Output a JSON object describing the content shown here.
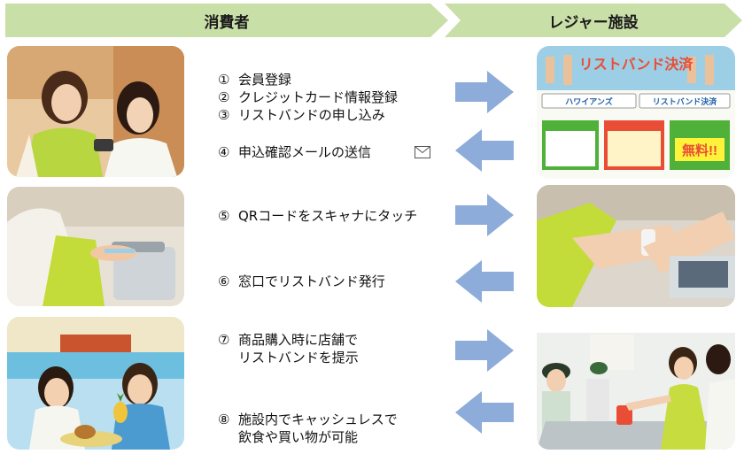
{
  "header": {
    "consumer_label": "消費者",
    "facility_label": "レジャー施設"
  },
  "steps": [
    {
      "num": "①",
      "text": "会員登録"
    },
    {
      "num": "②",
      "text": "クレジットカード情報登録"
    },
    {
      "num": "③",
      "text": "リストバンドの申し込み"
    },
    {
      "num": "④",
      "text": "申込確認メールの送信"
    },
    {
      "num": "⑤",
      "text": "QRコードをスキャナにタッチ"
    },
    {
      "num": "⑥",
      "text": "窓口でリストバンド発行"
    },
    {
      "num": "⑦",
      "line1": "商品購入時に店舗で",
      "line2": "リストバンドを提示"
    },
    {
      "num": "⑧",
      "line1": "施設内でキャッシュレスで",
      "line2": "飲食や買い物が可能"
    }
  ],
  "website": {
    "banner": "リストバンド決済",
    "logo1": "ハワイアンズ",
    "logo2": "リストバンド決済",
    "badge": "無料!!"
  },
  "colors": {
    "chevron": "#c9dfa8",
    "arrow": "#8eacd9",
    "web_green": "#4fb03a",
    "web_red": "#e94d35"
  }
}
